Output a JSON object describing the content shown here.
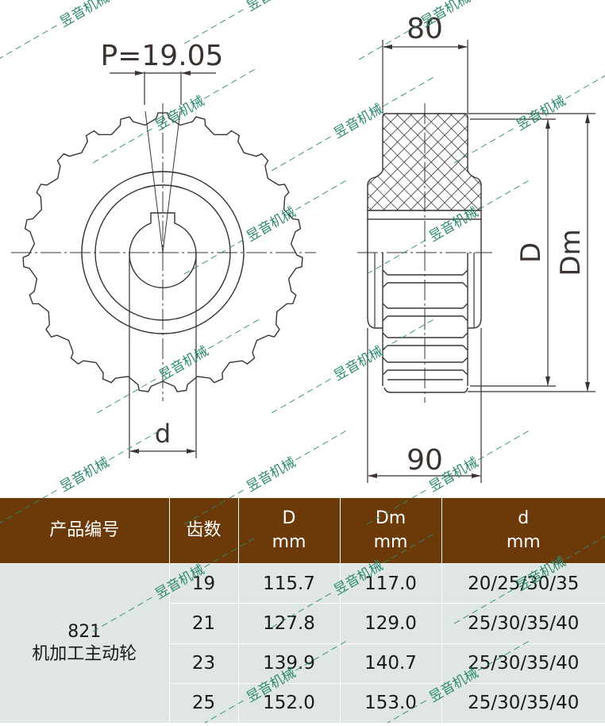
{
  "drawing": {
    "front_view": {
      "pitch_label": "P=19.05",
      "bore_label": "d",
      "teeth_count_drawn": 23
    },
    "side_view": {
      "top_width_label": "80",
      "bottom_width_label": "90",
      "pitch_diameter_label": "D",
      "outer_diameter_label": "Dm"
    },
    "line_color": "#3a3330"
  },
  "watermark": {
    "text": "昱音机械",
    "color": "#2e8a72"
  },
  "table": {
    "header_color": "#6b3a08",
    "row_color": "#dfe6e3",
    "headers": [
      {
        "line1": "产品编号",
        "line2": ""
      },
      {
        "line1": "齿数",
        "line2": ""
      },
      {
        "line1": "D",
        "line2": "mm"
      },
      {
        "line1": "Dm",
        "line2": "mm"
      },
      {
        "line1": "d",
        "line2": "mm"
      }
    ],
    "product": {
      "code": "821",
      "name": "机加工主动轮"
    },
    "rows": [
      {
        "teeth": "19",
        "D": "115.7",
        "Dm": "117.0",
        "d": "20/25/30/35"
      },
      {
        "teeth": "21",
        "D": "127.8",
        "Dm": "129.0",
        "d": "25/30/35/40"
      },
      {
        "teeth": "23",
        "D": "139.9",
        "Dm": "140.7",
        "d": "25/30/35/40"
      },
      {
        "teeth": "25",
        "D": "152.0",
        "Dm": "153.0",
        "d": "25/30/35/40"
      }
    ]
  }
}
